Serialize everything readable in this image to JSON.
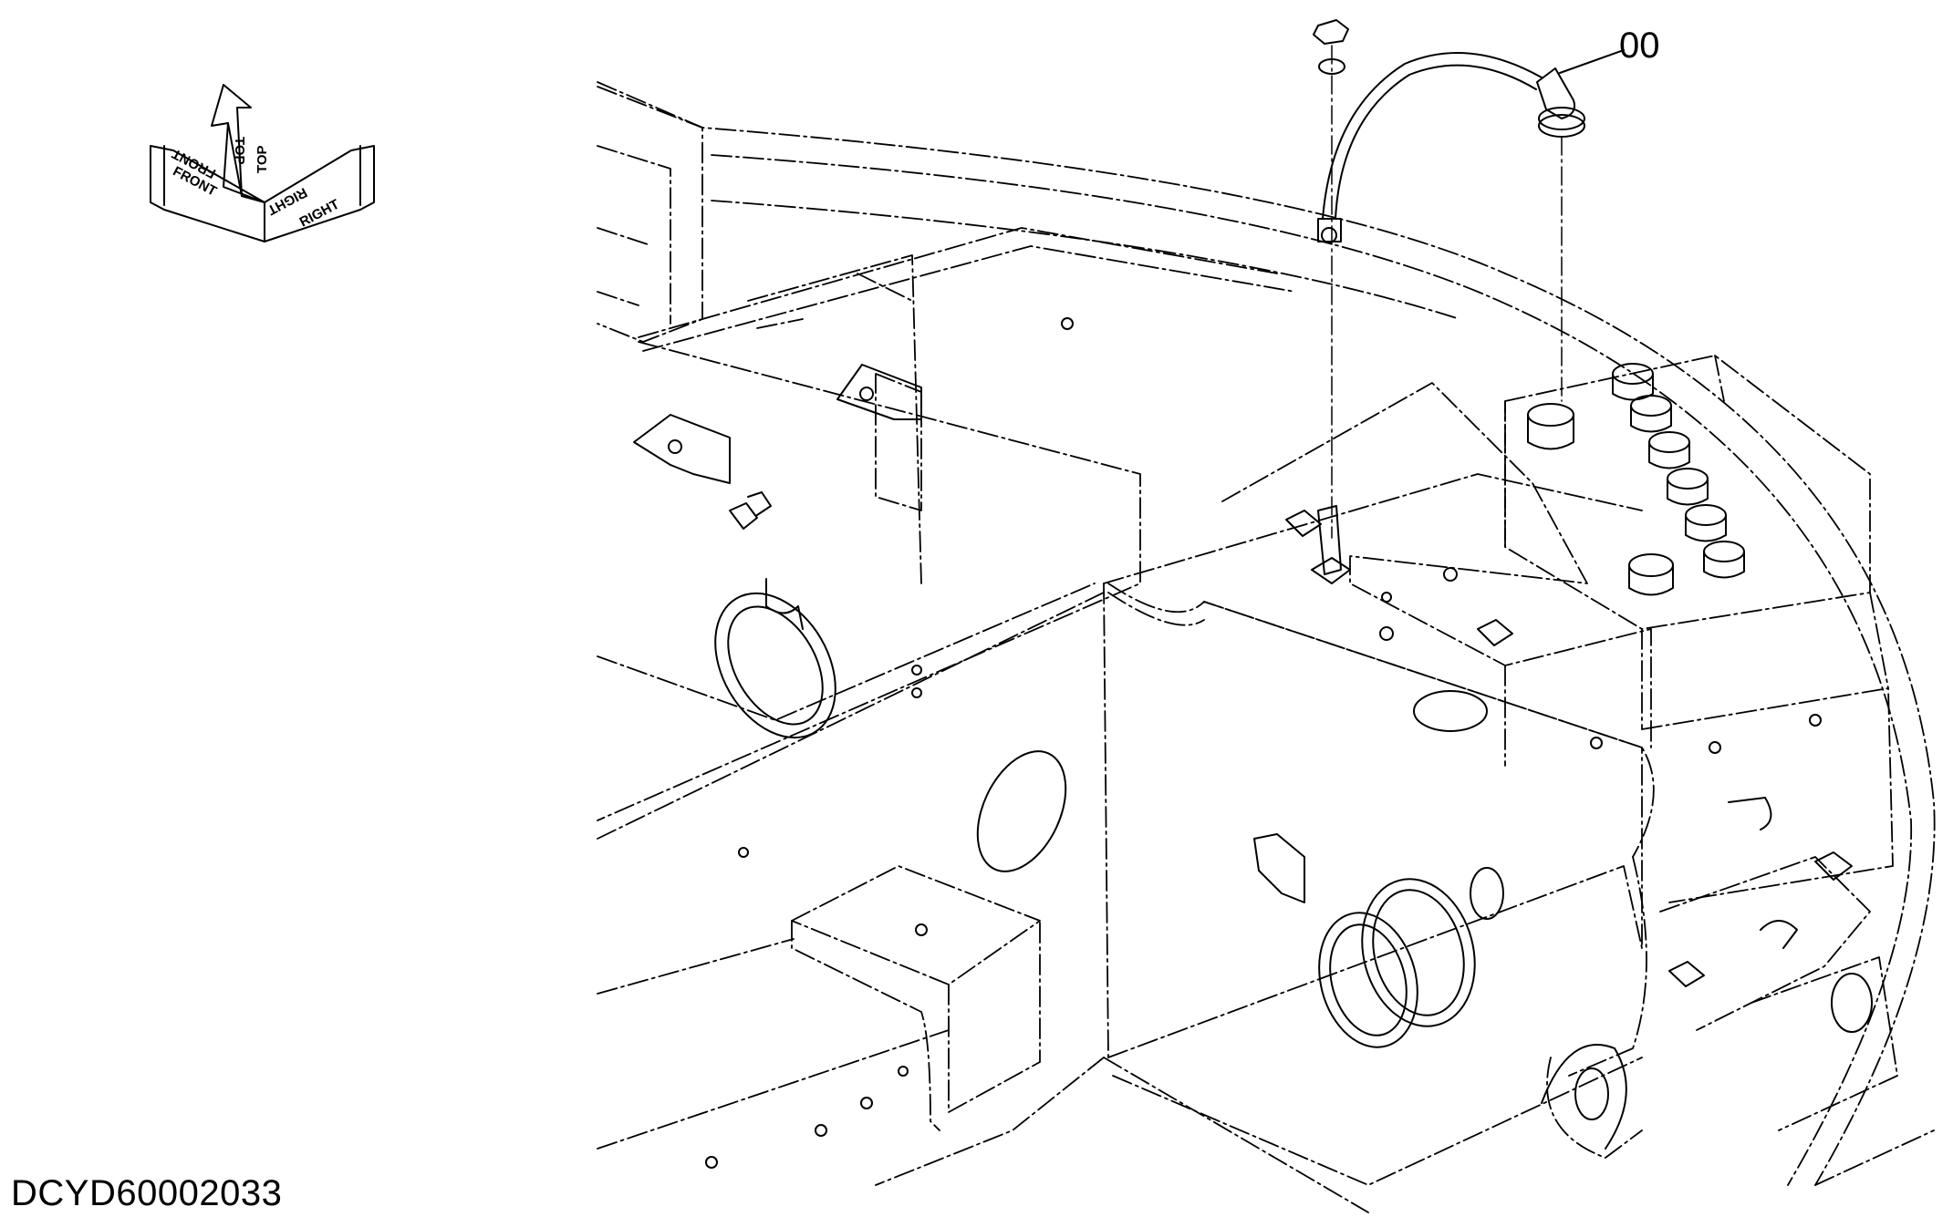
{
  "callout": {
    "part_number": "00"
  },
  "orientation": {
    "front": "FRONT",
    "top": "TOP",
    "right": "RIGHT"
  },
  "drawing_code": "DCYD60002033",
  "colors": {
    "line": "#000000",
    "background": "#ffffff"
  }
}
